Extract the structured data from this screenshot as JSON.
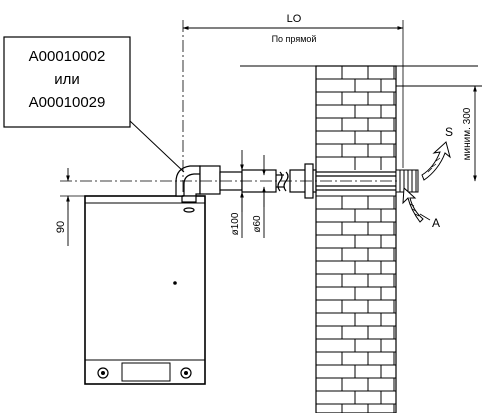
{
  "callout": {
    "line1": "A00010002",
    "line2": "или",
    "line3": "A00010029"
  },
  "dimensions": {
    "length_label": "LO",
    "length_note": "По прямой",
    "clearance_label": "миним. 300",
    "height_label": "90",
    "outer_diameter_label": "ø100",
    "inner_diameter_label": "ø60"
  },
  "markers": {
    "exhaust_label": "S",
    "intake_label": "A"
  },
  "colors": {
    "line": "#000000",
    "wall_fill": "#ffffff",
    "background": "#ffffff"
  }
}
